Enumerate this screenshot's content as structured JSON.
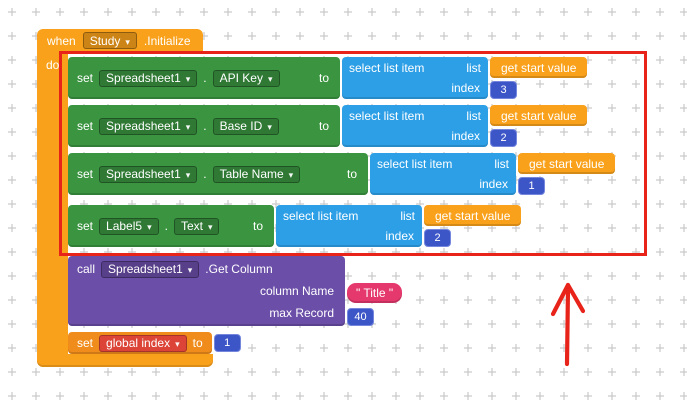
{
  "colors": {
    "event_orange": "#F9A11B",
    "setter_green": "#3A9440",
    "list_blue": "#2D9FE6",
    "math_blue": "#3D56C7",
    "math_blue_border": "#7487DD",
    "variable_orange": "#F9A11B",
    "method_purple": "#6B4EA8",
    "text_pink": "#E5386D",
    "global_orange": "#F08C1B",
    "global_dd_red": "#DB4437",
    "grid_gray": "#c9c9c9",
    "annotation_red": "#E8231A"
  },
  "labels": {
    "dot": "."
  },
  "event": {
    "keyword": "when",
    "component": "Study",
    "event_name": ".Initialize",
    "do_label": "do"
  },
  "set_blocks": [
    {
      "keyword": "set",
      "component": "Spreadsheet1",
      "property": "API Key",
      "to_label": "to",
      "value": {
        "fn": "select list item",
        "list_label": "list",
        "list_plug": "get start value",
        "index_label": "index",
        "index_value": "3"
      }
    },
    {
      "keyword": "set",
      "component": "Spreadsheet1",
      "property": "Base ID",
      "to_label": "to",
      "value": {
        "fn": "select list item",
        "list_label": "list",
        "list_plug": "get start value",
        "index_label": "index",
        "index_value": "2"
      }
    },
    {
      "keyword": "set",
      "component": "Spreadsheet1",
      "property": "Table Name",
      "to_label": "to",
      "value": {
        "fn": "select list item",
        "list_label": "list",
        "list_plug": "get start value",
        "index_label": "index",
        "index_value": "1"
      }
    },
    {
      "keyword": "set",
      "component": "Label5",
      "property": "Text",
      "to_label": "to",
      "value": {
        "fn": "select list item",
        "list_label": "list",
        "list_plug": "get start value",
        "index_label": "index",
        "index_value": "2"
      }
    }
  ],
  "call_block": {
    "keyword": "call",
    "component": "Spreadsheet1",
    "method": ".Get Column",
    "param1_label": "column Name",
    "param1_value": "\" Title \"",
    "param2_label": "max Record",
    "param2_value": "40"
  },
  "global_block": {
    "keyword": "set",
    "variable": "global index",
    "to_label": "to",
    "value": "1"
  }
}
